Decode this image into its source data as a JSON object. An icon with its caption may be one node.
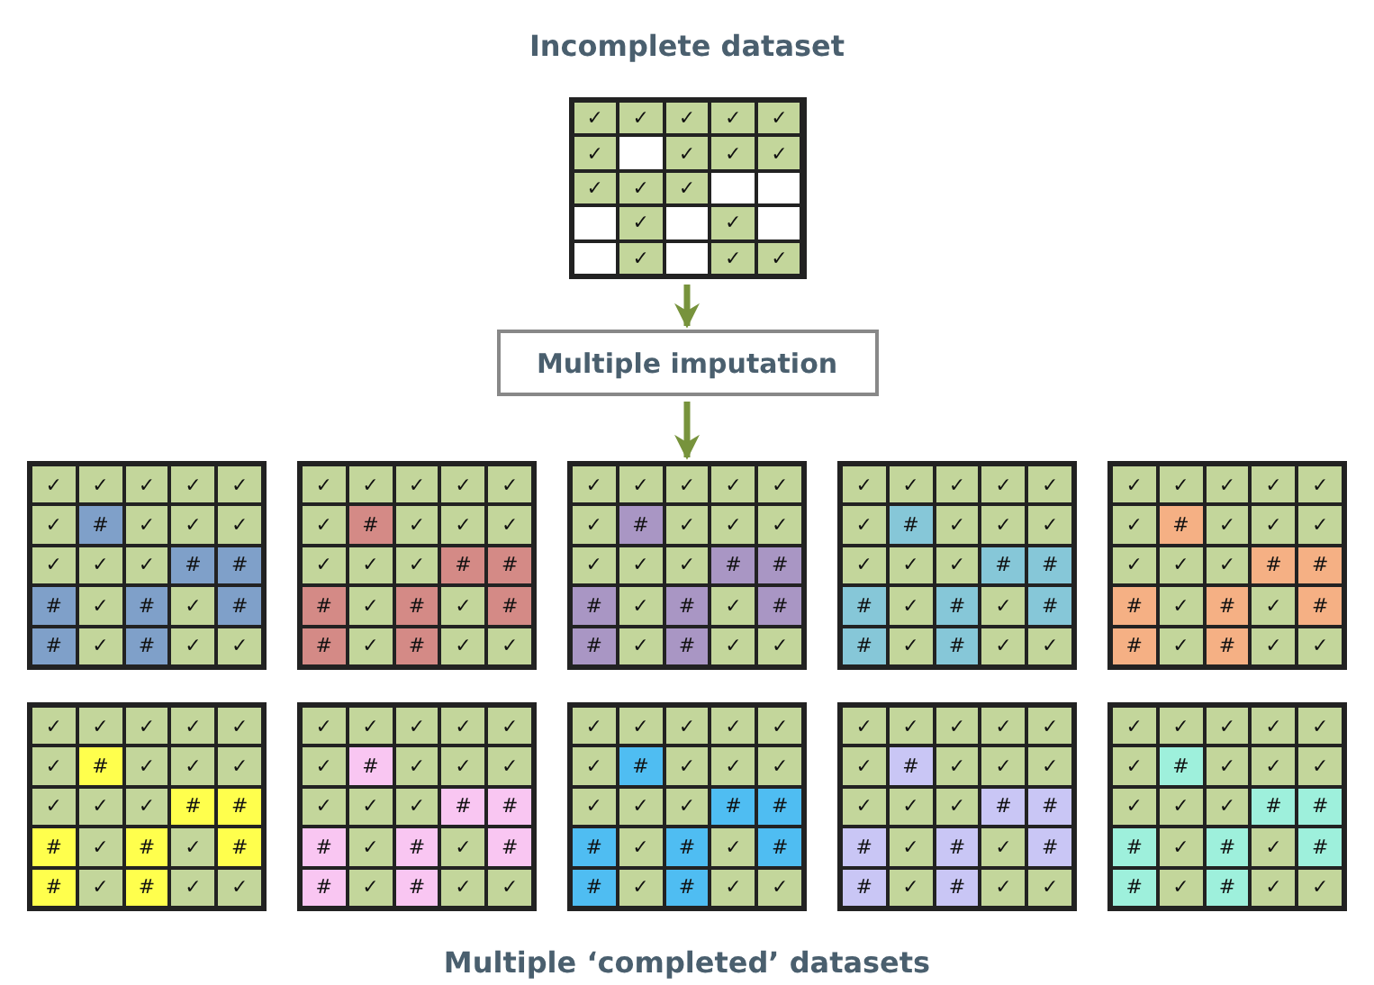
{
  "diagram": {
    "title": "Incomplete dataset",
    "caption": "Multiple ‘completed’ datasets",
    "nodes": [
      {
        "text": [
          "✓",
          "✓",
          "✓",
          "✓",
          "✓",
          "✓",
          "✓",
          "✓",
          "✓",
          "✓",
          "✓",
          "✓",
          "✓",
          "✓",
          "✓",
          "✓",
          "✓"
        ]
      },
      {
        "text": [
          "Multiple imputation"
        ]
      },
      {
        "text": [
          "✓",
          "✓",
          "✓",
          "✓",
          "✓",
          "✓",
          "#",
          "✓",
          "✓",
          "✓",
          "✓",
          "✓",
          "✓",
          "#",
          "#",
          "#",
          "✓",
          "#",
          "✓",
          "#",
          "#",
          "✓",
          "#",
          "✓",
          "✓"
        ]
      },
      {
        "text": [
          "✓",
          "✓",
          "✓",
          "✓",
          "✓",
          "✓",
          "#",
          "✓",
          "✓",
          "✓",
          "✓",
          "✓",
          "✓",
          "#",
          "#",
          "#",
          "✓",
          "#",
          "✓",
          "#",
          "#",
          "✓",
          "#",
          "✓",
          "✓"
        ]
      },
      {
        "text": [
          "✓",
          "✓",
          "✓",
          "✓",
          "✓",
          "✓",
          "#",
          "✓",
          "✓",
          "✓",
          "✓",
          "✓",
          "✓",
          "#",
          "#",
          "#",
          "✓",
          "#",
          "✓",
          "#",
          "#",
          "✓",
          "#",
          "✓",
          "✓"
        ]
      },
      {
        "text": [
          "✓",
          "✓",
          "✓",
          "✓",
          "✓",
          "✓",
          "#",
          "✓",
          "✓",
          "✓",
          "✓",
          "✓",
          "✓",
          "#",
          "#",
          "#",
          "✓",
          "#",
          "✓",
          "#",
          "#",
          "✓",
          "#",
          "✓",
          "✓"
        ]
      },
      {
        "text": [
          "✓",
          "✓",
          "✓",
          "✓",
          "✓",
          "✓",
          "#",
          "✓",
          "✓",
          "✓",
          "✓",
          "✓",
          "✓",
          "#",
          "#",
          "#",
          "✓",
          "#",
          "✓",
          "#",
          "#",
          "✓",
          "#",
          "✓",
          "✓"
        ]
      },
      {
        "text": [
          "✓",
          "✓",
          "✓",
          "✓",
          "✓",
          "✓",
          "#",
          "✓",
          "✓",
          "✓",
          "✓",
          "✓",
          "✓",
          "#",
          "#",
          "#",
          "✓",
          "#",
          "✓",
          "#",
          "#",
          "✓",
          "#",
          "✓",
          "✓"
        ]
      },
      {
        "text": [
          "✓",
          "✓",
          "✓",
          "✓",
          "✓",
          "✓",
          "#",
          "✓",
          "✓",
          "✓",
          "✓",
          "✓",
          "✓",
          "#",
          "#",
          "#",
          "✓",
          "#",
          "✓",
          "#",
          "#",
          "✓",
          "#",
          "✓",
          "✓"
        ]
      },
      {
        "text": [
          "✓",
          "✓",
          "✓",
          "✓",
          "✓",
          "✓",
          "#",
          "✓",
          "✓",
          "✓",
          "✓",
          "✓",
          "✓",
          "#",
          "#",
          "#",
          "✓",
          "#",
          "✓",
          "#",
          "#",
          "✓",
          "#",
          "✓",
          "✓"
        ]
      },
      {
        "text": [
          "✓",
          "✓",
          "✓",
          "✓",
          "✓",
          "✓",
          "#",
          "✓",
          "✓",
          "✓",
          "✓",
          "✓",
          "✓",
          "#",
          "#",
          "#",
          "✓",
          "#",
          "✓",
          "#",
          "#",
          "✓",
          "#",
          "✓",
          "✓"
        ]
      },
      {
        "text": [
          "✓",
          "✓",
          "✓",
          "✓",
          "✓",
          "✓",
          "#",
          "✓",
          "✓",
          "✓",
          "✓",
          "✓",
          "✓",
          "#",
          "#",
          "#",
          "✓",
          "#",
          "✓",
          "#",
          "#",
          "✓",
          "#",
          "✓",
          "✓"
        ]
      }
    ],
    "edges": [
      {
        "from": 0,
        "to": 1,
        "arrow": "to"
      },
      {
        "from": 1,
        "to": 4,
        "arrow": "to"
      }
    ]
  }
}
